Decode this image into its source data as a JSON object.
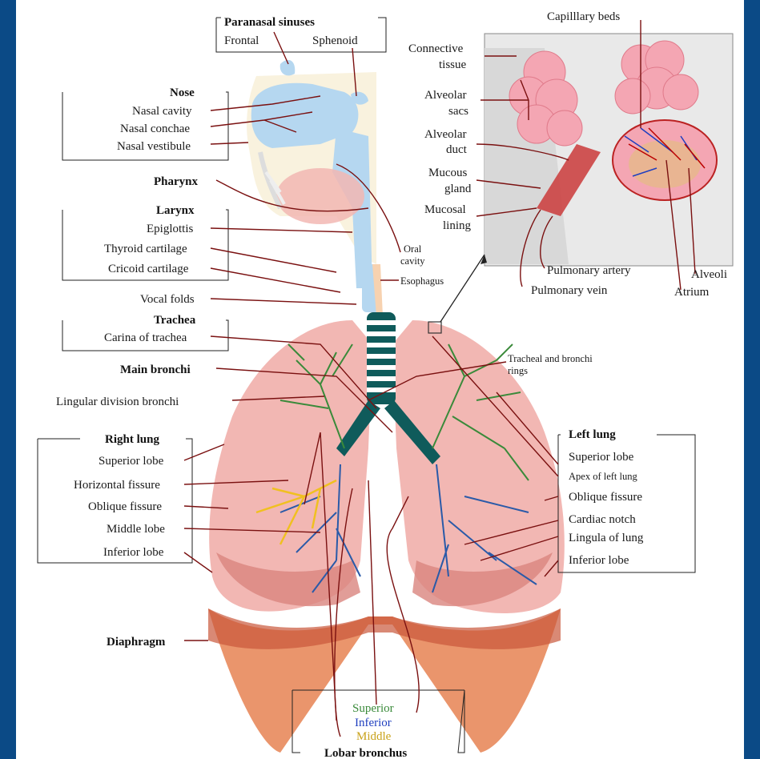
{
  "colors": {
    "background": "#0b4a86",
    "panel": "#ffffff",
    "lung": "#f2b7b3",
    "airway": "#b5d7f0",
    "bronchi_superior": "#3a8a3a",
    "bronchi_inferior": "#1f3fbf",
    "bronchi_middle": "#c9a21a",
    "diaphragm": "#e88a5c",
    "leader": "#7a1010"
  },
  "labels": {
    "paranasal": "Paranasal sinuses",
    "frontal": "Frontal",
    "sphenoid": "Sphenoid",
    "nose": "Nose",
    "nasal_cavity": "Nasal cavity",
    "nasal_conchae": "Nasal conchae",
    "nasal_vestibule": "Nasal vestibule",
    "pharynx": "Pharynx",
    "larynx": "Larynx",
    "epiglottis": "Epiglottis",
    "thyroid": "Thyroid cartilage",
    "cricoid": "Cricoid cartilage",
    "oral1": "Oral",
    "oral2": "cavity",
    "esophagus": "Esophagus",
    "vocal": "Vocal folds",
    "trachea": "Trachea",
    "carina": "Carina of trachea",
    "main_bronchi": "Main bronchi",
    "lingular": "Lingular division bronchi",
    "right_lung": "Right lung",
    "r_superior": "Superior lobe",
    "r_horizontal": "Horizontal fissure",
    "r_oblique": "Oblique fissure",
    "r_middle": "Middle lobe",
    "r_inferior": "Inferior lobe",
    "diaphragm": "Diaphragm",
    "left_lung": "Left lung",
    "l_superior": "Superior lobe",
    "l_apex": "Apex of left lung",
    "l_oblique": "Oblique fissure",
    "l_cardiac": "Cardiac notch",
    "l_lingula": "Lingula of lung",
    "l_inferior": "Inferior lobe",
    "tracheal_rings1": "Tracheal and bronchi",
    "tracheal_rings2": "rings",
    "capillary": "Capilllary beds",
    "connective1": "Connective",
    "connective2": "tissue",
    "alv_sacs1": "Alveolar",
    "alv_sacs2": "sacs",
    "alv_duct1": "Alveolar",
    "alv_duct2": "duct",
    "mucous1": "Mucous",
    "mucous2": "gland",
    "mucosal1": "Mucosal",
    "mucosal2": "lining",
    "pulm_artery": "Pulmonary artery",
    "pulm_vein": "Pulmonary vein",
    "alveoli": "Alveoli",
    "atrium": "Atrium",
    "superior": "Superior",
    "inferior": "Inferior",
    "middle": "Middle",
    "lobar": "Lobar bronchus"
  }
}
